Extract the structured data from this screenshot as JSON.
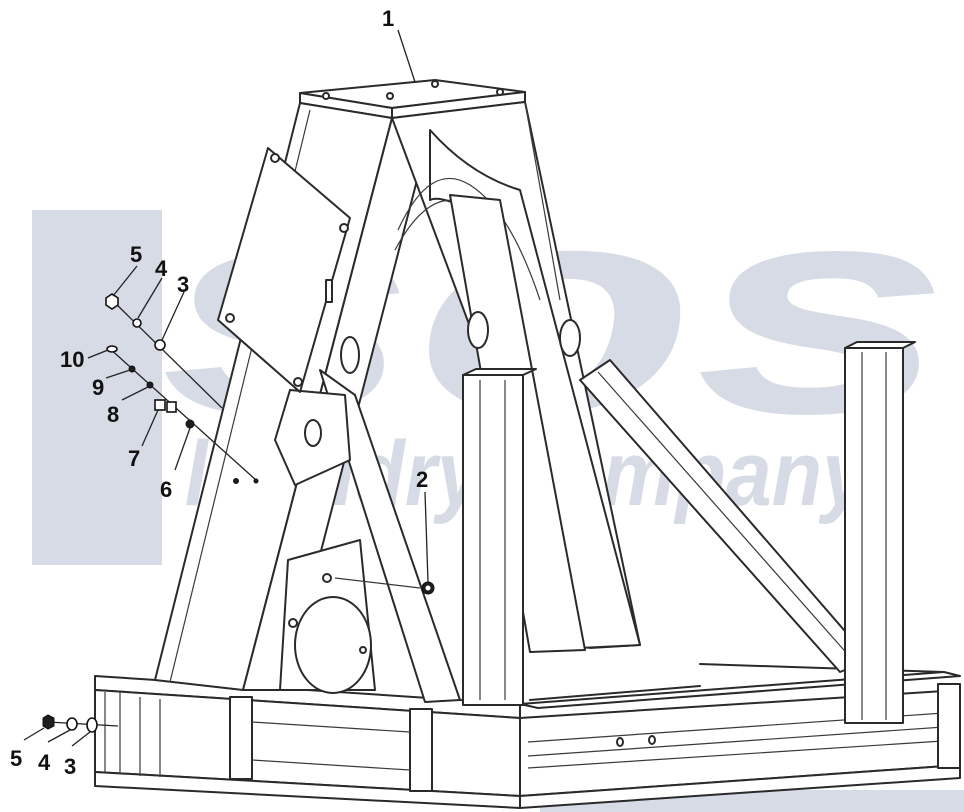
{
  "watermark": {
    "brand": "sos",
    "tagline": "the laundry company",
    "registered": "®",
    "color": "#d6dbe6"
  },
  "callouts": {
    "c1": "1",
    "c2": "2",
    "c3_top": "3",
    "c4_top": "4",
    "c5_top": "5",
    "c6": "6",
    "c7": "7",
    "c8": "8",
    "c9": "9",
    "c10": "10",
    "c3_bottom": "3",
    "c4_bottom": "4",
    "c5_bottom": "5"
  }
}
